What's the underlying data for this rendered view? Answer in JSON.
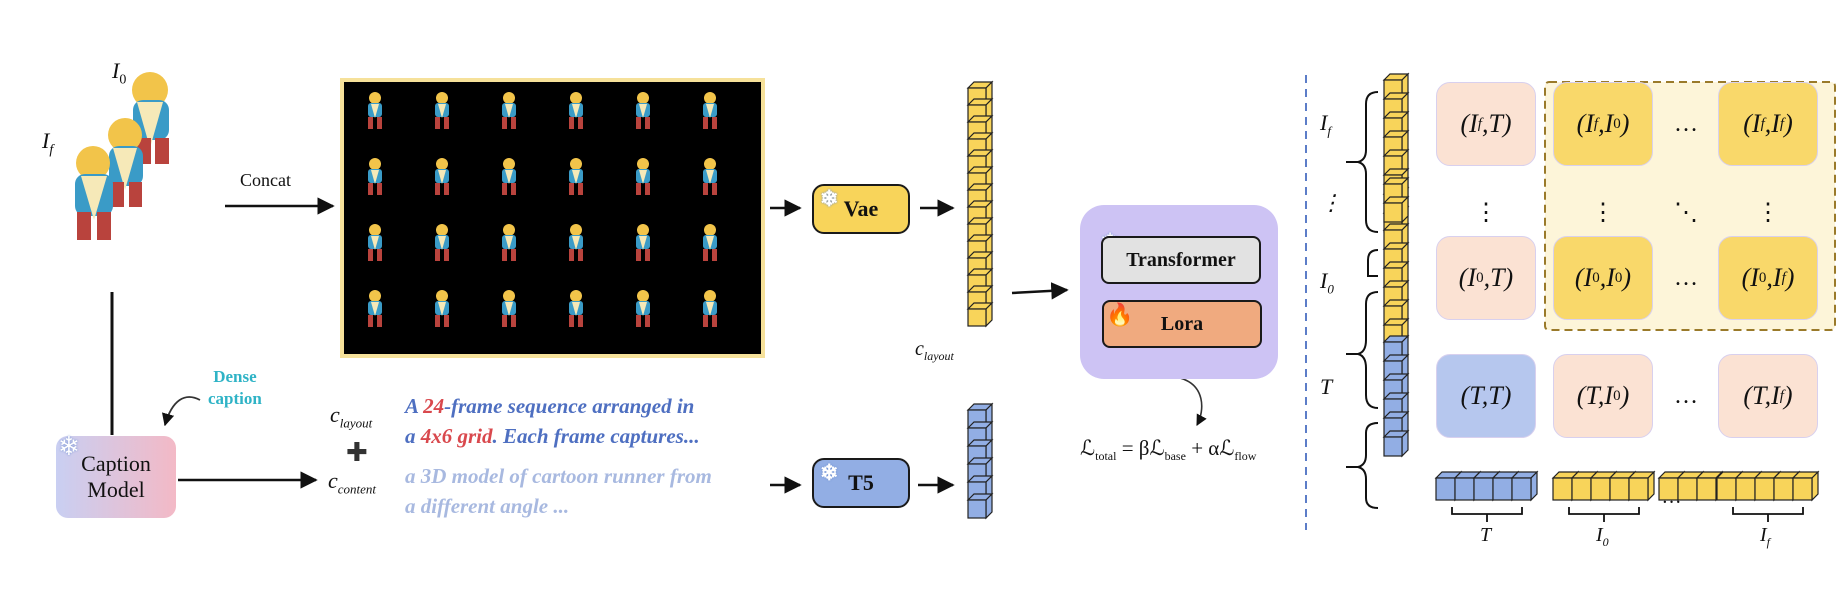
{
  "labels": {
    "i0": "I",
    "i0_sub": "0",
    "if": "I",
    "if_sub": "f",
    "concat": "Concat",
    "dense_caption_1": "Dense",
    "dense_caption_2": "caption",
    "caption_model_1": "Caption",
    "caption_model_2": "Model",
    "vae": "Vae",
    "t5": "T5",
    "transformer": "Transformer",
    "lora": "Lora",
    "c_layout": "c",
    "c_layout_sub": "layout",
    "c_content": "c",
    "c_content_sub": "content",
    "loss": "ℒ",
    "loss_sub": "total",
    "loss_rhs": "= βℒ",
    "loss_base_sub": "base",
    "loss_plus": "+ αℒ",
    "loss_flow_sub": "flow",
    "caption_line1_a": "A ",
    "caption_line1_b": "24",
    "caption_line1_c": "-frame sequence arranged in",
    "caption_line2_a": "a ",
    "caption_line2_b": "4x6 grid",
    "caption_line2_c": ". Each frame captures...",
    "caption_line3": "a 3D model of cartoon runner from",
    "caption_line4": "a different angle ...",
    "plus": "✚"
  },
  "matrix": {
    "row_labels": [
      {
        "main": "I",
        "sub": "f"
      },
      {
        "main": "⋮",
        "sub": ""
      },
      {
        "main": "I",
        "sub": "0"
      },
      {
        "main": "T",
        "sub": ""
      }
    ],
    "rows": [
      [
        "(I_f,T)",
        "(I_f,I_0)",
        "…",
        "(I_f,I_f)"
      ],
      [
        "⋮",
        "⋮",
        "⋱",
        "⋮"
      ],
      [
        "(I_0,T)",
        "(I_0,I_0)",
        "…",
        "(I_0,I_f)"
      ],
      [
        "(T,T)",
        "(T,I_0)",
        "…",
        "(T,I_f)"
      ]
    ],
    "bottom_labels": [
      {
        "main": "T",
        "sub": ""
      },
      {
        "main": "I",
        "sub": "0"
      },
      {
        "main": "…",
        "sub": ""
      },
      {
        "main": "I",
        "sub": "f"
      }
    ]
  },
  "colors": {
    "yellow_token": "#f8d45a",
    "blue_token": "#92aee4",
    "caption_blue": "#4e6fc1",
    "caption_red": "#d9484d",
    "caption_light": "#a8b9e0",
    "dense_caption": "#2fb3c6"
  },
  "icons": [
    "snowflake-icon",
    "fire-icon",
    "plus-icon"
  ]
}
